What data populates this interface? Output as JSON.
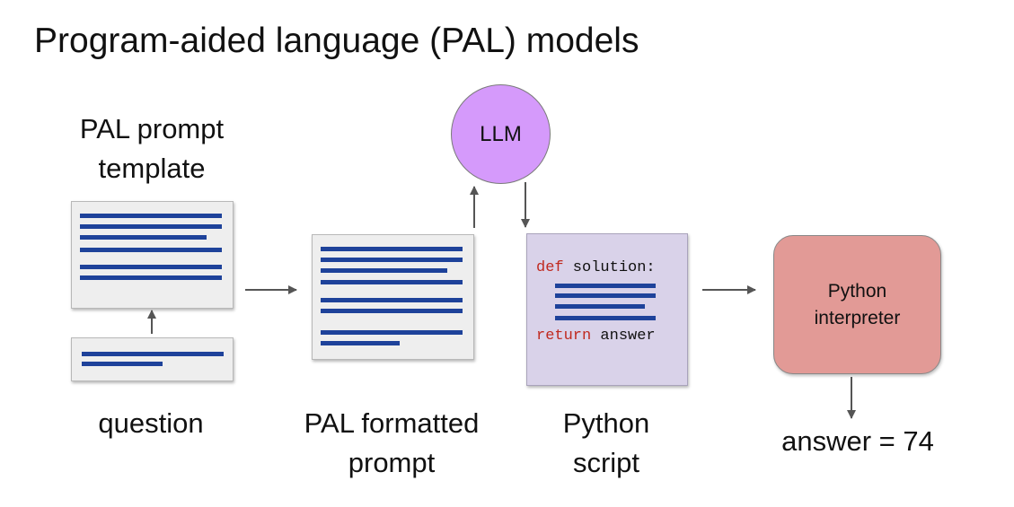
{
  "title": "Program-aided language (PAL) models",
  "labels": {
    "template": "PAL prompt template",
    "question": "question",
    "formatted": "PAL formatted prompt",
    "script": "Python script",
    "llm": "LLM",
    "interpreter": "Python interpreter",
    "answer": "answer = 74"
  },
  "code": {
    "def_keyword": "def",
    "def_rest": " solution:",
    "return_keyword": "return",
    "return_rest": " answer"
  },
  "colors": {
    "text_lines": "#1e429a",
    "llm": "#d59afb",
    "script_box": "#d9d2e9",
    "interpreter": "#e29a96",
    "keyword": "#c0291f"
  }
}
